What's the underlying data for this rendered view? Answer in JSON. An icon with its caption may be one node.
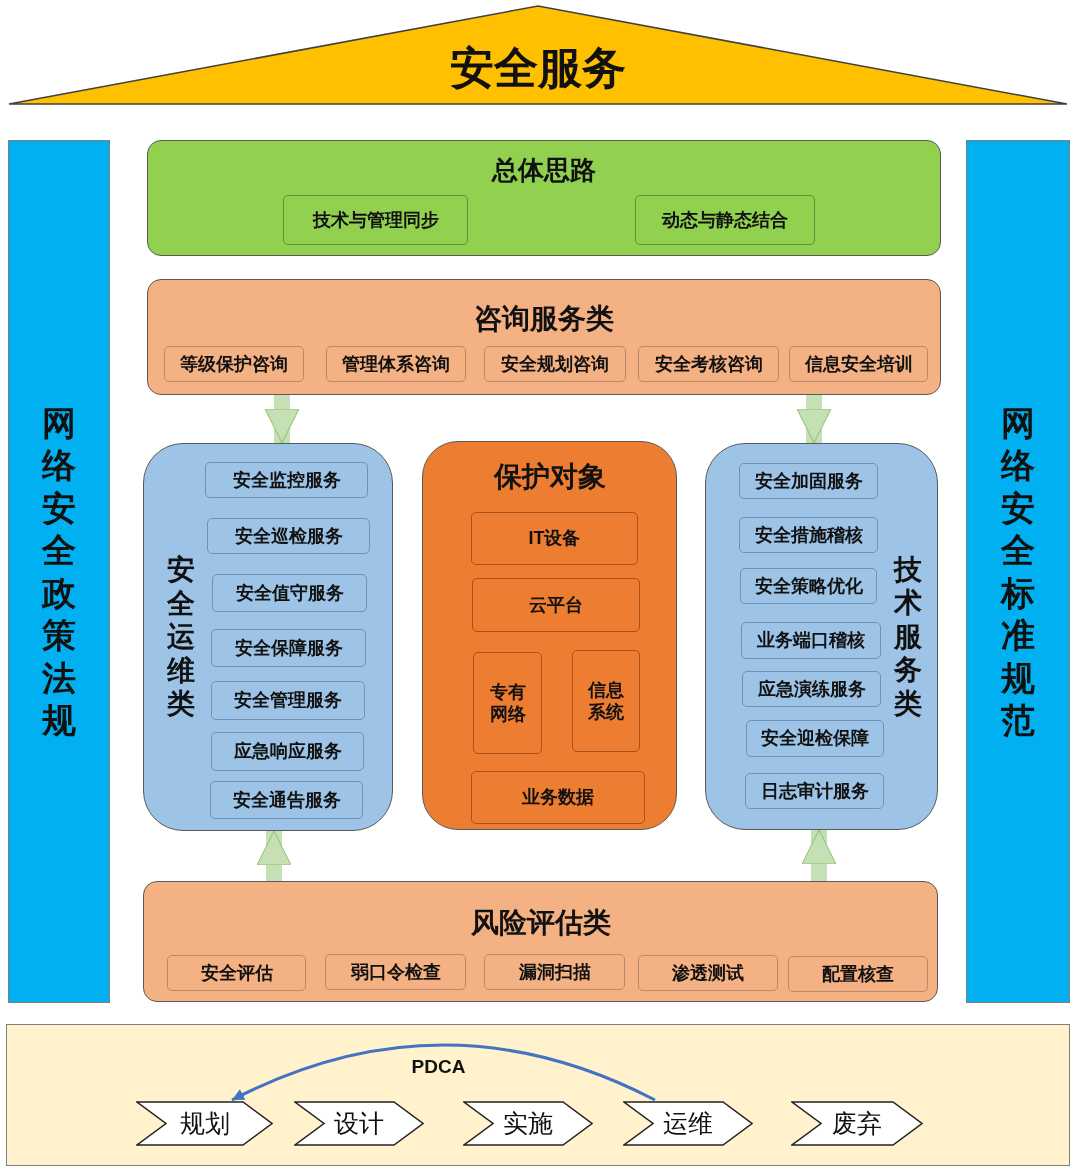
{
  "diagram": {
    "nodes": [
      {
        "text": [
          "安全服务"
        ]
      },
      {
        "text": [
          "网络安全政策法规"
        ]
      },
      {
        "text": [
          "总体思路"
        ]
      },
      {
        "text": [
          "技术与管理同步"
        ],
        "in": 2
      },
      {
        "text": [
          "动态与静态结合"
        ],
        "in": 2
      },
      {
        "text": [
          "咨询服务类"
        ]
      },
      {
        "text": [
          "等级保护咨询"
        ],
        "in": 5
      },
      {
        "text": [
          "管理体系咨询"
        ],
        "in": 5
      },
      {
        "text": [
          "安全规划咨询"
        ],
        "in": 5
      },
      {
        "text": [
          "安全考核咨询"
        ],
        "in": 5
      },
      {
        "text": [
          "信息安全培训"
        ],
        "in": 5
      },
      {
        "text": [
          "安全运维类"
        ]
      },
      {
        "text": [
          "安全监控服务"
        ],
        "in": 11
      },
      {
        "text": [
          "安全巡检服务"
        ],
        "in": 11
      },
      {
        "text": [
          "安全值守服务"
        ],
        "in": 11
      },
      {
        "text": [
          "安全保障服务"
        ],
        "in": 11
      },
      {
        "text": [
          "安全管理服务"
        ],
        "in": 11
      },
      {
        "text": [
          "应急响应服务"
        ],
        "in": 11
      },
      {
        "text": [
          "安全通告服务"
        ],
        "in": 11
      },
      {
        "text": [
          "保护对象"
        ]
      },
      {
        "text": [
          "IT设备"
        ],
        "in": 19
      },
      {
        "text": [
          "云平台"
        ],
        "in": 19
      },
      {
        "text": [
          "专有网络"
        ],
        "in": 19
      },
      {
        "text": [
          "信息系统"
        ],
        "in": 19
      },
      {
        "text": [
          "业务数据"
        ],
        "in": 19
      },
      {
        "text": [
          "技术服务类"
        ]
      },
      {
        "text": [
          "安全加固服务"
        ],
        "in": 25
      },
      {
        "text": [
          "安全措施稽核"
        ],
        "in": 25
      },
      {
        "text": [
          "安全策略优化"
        ],
        "in": 25
      },
      {
        "text": [
          "业务端口稽核"
        ],
        "in": 25
      },
      {
        "text": [
          "应急演练服务"
        ],
        "in": 25
      },
      {
        "text": [
          "安全迎检保障"
        ],
        "in": 25
      },
      {
        "text": [
          "日志审计服务"
        ],
        "in": 25
      },
      {
        "text": [
          "风险评估类"
        ]
      },
      {
        "text": [
          "安全评估"
        ],
        "in": 33
      },
      {
        "text": [
          "弱口令检查"
        ],
        "in": 33
      },
      {
        "text": [
          "漏洞扫描"
        ],
        "in": 33
      },
      {
        "text": [
          "渗透测试"
        ],
        "in": 33
      },
      {
        "text": [
          "配置核查"
        ],
        "in": 33
      },
      {
        "text": [
          "网络安全标准规范"
        ]
      },
      {
        "text": [],
        "shape": "box"
      },
      {
        "text": [
          "规划"
        ],
        "in": 40
      },
      {
        "text": [
          "设计"
        ],
        "in": 40
      },
      {
        "text": [
          "实施"
        ],
        "in": 40
      },
      {
        "text": [
          "运维"
        ],
        "in": 40
      },
      {
        "text": [
          "废弃"
        ],
        "in": 40
      }
    ],
    "edges": [
      {
        "from": 5,
        "to": 11,
        "arrow": "to"
      },
      {
        "from": 5,
        "to": 25,
        "arrow": "to"
      },
      {
        "from": 33,
        "to": 11,
        "arrow": "to"
      },
      {
        "from": 33,
        "to": 25,
        "arrow": "to"
      },
      {
        "from": 44,
        "to": 41,
        "arrow": "to",
        "label": "PDCA",
        "color": "#4472c4"
      }
    ]
  }
}
